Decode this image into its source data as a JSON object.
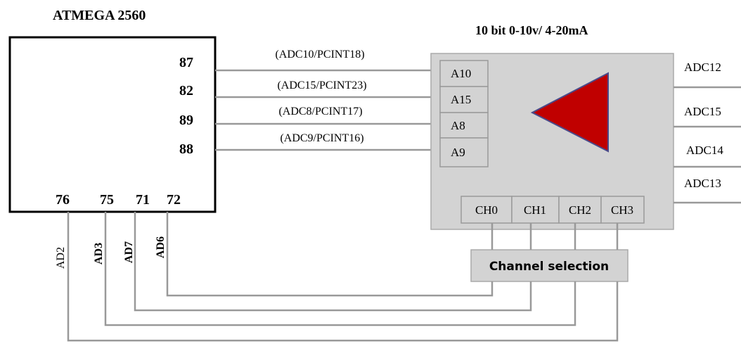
{
  "mcu": {
    "title": "ATMEGA 2560",
    "pins_right": [
      "87",
      "82",
      "89",
      "88"
    ],
    "pins_bottom": [
      "76",
      "75",
      "71",
      "72"
    ]
  },
  "module": {
    "title": "10 bit 0-10v/ 4-20mA",
    "inputs": [
      "A10",
      "A15",
      "A8",
      "A9"
    ],
    "channels": [
      "CH0",
      "CH1",
      "CH2",
      "CH3"
    ],
    "outputs": [
      "ADC12",
      "ADC15",
      "ADC14",
      "ADC13"
    ],
    "triangle_color": "#c00000"
  },
  "signals": [
    "(ADC10/PCINT18)",
    "(ADC15/PCINT23)",
    "(ADC8/PCINT17)",
    "(ADC9/PCINT16)"
  ],
  "bottom_labels": [
    "AD2",
    "AD3",
    "AD7",
    "AD6"
  ],
  "channel_selection": {
    "label": "Channel selection"
  },
  "colors": {
    "wire": "#999999",
    "module_fill": "#d3d3d3",
    "cell_fill": "#d3d3d3",
    "triangle_stroke": "#4a4a8a"
  }
}
